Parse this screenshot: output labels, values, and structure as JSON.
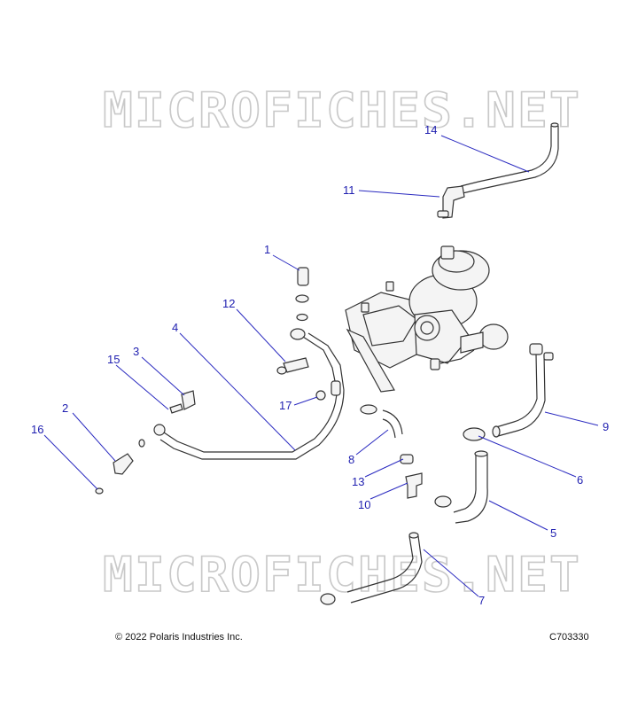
{
  "watermark": "MICROFICHES.NET",
  "callouts": [
    "1",
    "2",
    "3",
    "4",
    "5",
    "6",
    "7",
    "8",
    "9",
    "10",
    "11",
    "12",
    "13",
    "14",
    "15",
    "16",
    "17"
  ],
  "footer": {
    "copyright": "© 2022 Polaris Industries Inc.",
    "figure_code": "C703330"
  }
}
